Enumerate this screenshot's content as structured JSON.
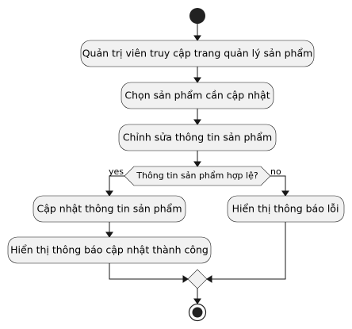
{
  "diagram": {
    "activities": {
      "access": "Quản trị viên truy cập trang quản lý sản phẩm",
      "select": "Chọn sản phẩm cần cập nhật",
      "edit": "Chỉnh sửa thông tin sản phẩm",
      "update": "Cập nhật thông tin sản phẩm",
      "notify_success": "Hiển thị thông báo cập nhật thành công",
      "notify_error": "Hiển thị thông báo lỗi"
    },
    "decision": {
      "condition": "Thông tin sản phẩm hợp lệ?",
      "yes_label": "yes",
      "no_label": "no"
    },
    "colors": {
      "node_fill": "#f1f1f1",
      "stroke": "#181818",
      "start_end": "#222222"
    }
  }
}
